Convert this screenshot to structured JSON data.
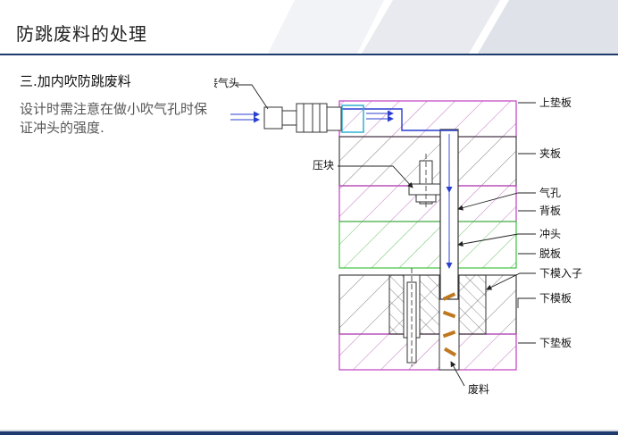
{
  "slide": {
    "title": "防跳废料的处理",
    "section": "三.加内吹防跳废料",
    "description": "设计时需注意在做小吹气孔时保证冲头的强度."
  },
  "diagram": {
    "labels": {
      "air_connector": "接气头",
      "pressure_block": "压块",
      "top_pad": "上垫板",
      "clamp_plate": "夹板",
      "air_hole": "气孔",
      "back_plate": "背板",
      "punch": "冲头",
      "stripper": "脱板",
      "lower_insert": "下模入子",
      "lower_die": "下模板",
      "bottom_pad": "下垫板",
      "scrap": "废料"
    }
  },
  "colors": {
    "title_rule": "#1e3a6e",
    "plate_outline": "#444444",
    "magenta_plate": "#c040c0",
    "green_plate": "#40c040",
    "air_flow": "#2a3fd0",
    "scrap": "#c07820"
  }
}
